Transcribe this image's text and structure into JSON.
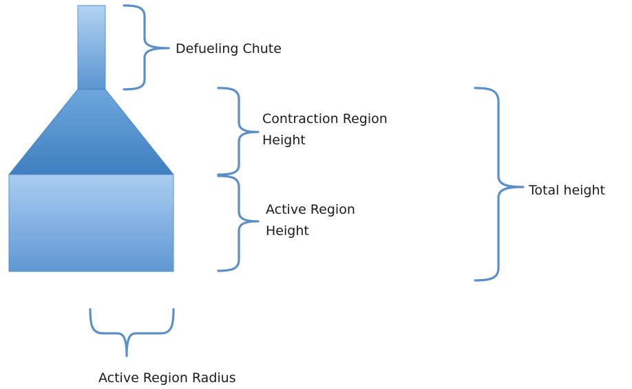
{
  "labels": {
    "defueling_chute": "Defueling Chute",
    "contraction_region_height": "Contraction Region\nHeight",
    "active_region_height": "Active Region\nHeight",
    "total_height": "Total height",
    "active_region_radius": "Active Region Radius"
  },
  "colors": {
    "shape_light": "#a9ccf2",
    "shape_dark": "#4f8cc9",
    "shape_edge": "#3a78b8",
    "bracket": "#5b8fc7"
  }
}
